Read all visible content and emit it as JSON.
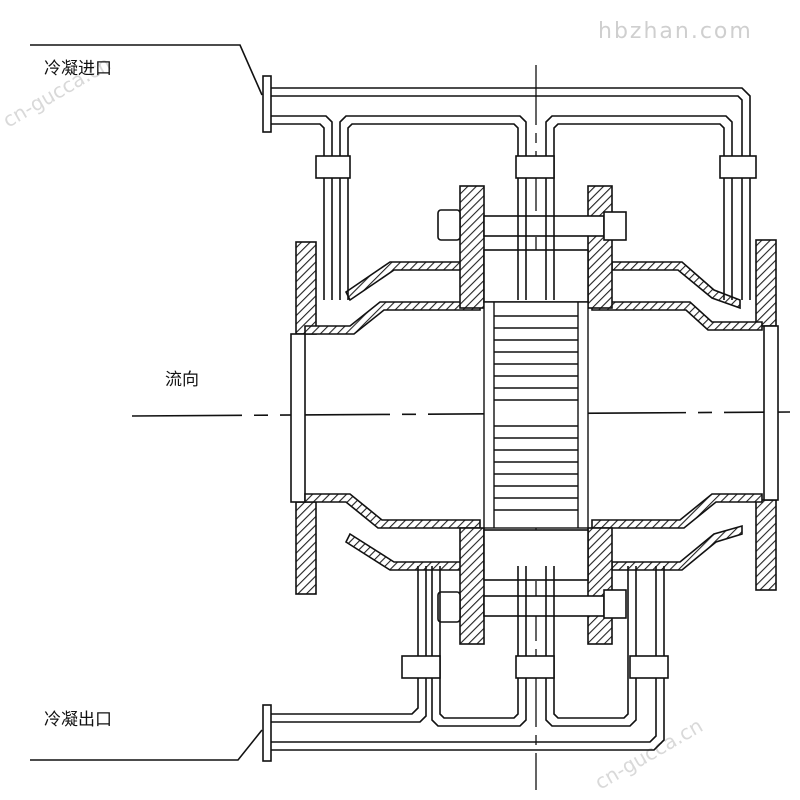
{
  "labels": {
    "inlet": "冷凝进口",
    "flow": "流向",
    "outlet": "冷凝出口"
  },
  "watermarks": {
    "site": "hbzhan.com",
    "corner_top_left": "cn-gucca.cn",
    "corner_bottom_right": "cn-gucca.cn"
  },
  "colors": {
    "line": "#111111",
    "hatch": "#222222",
    "watermark": "#c8c8c8"
  }
}
